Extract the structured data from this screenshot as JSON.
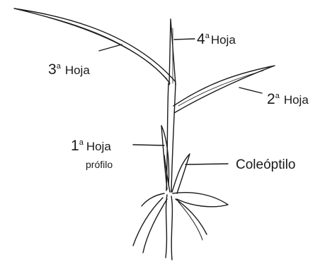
{
  "labels": {
    "leaf3": {
      "num": "3",
      "sup": "a",
      "word": "Hoja"
    },
    "leaf4": {
      "num": "4",
      "sup": "a",
      "word": "Hoja"
    },
    "leaf2": {
      "num": "2",
      "sup": "a",
      "word": "Hoja"
    },
    "leaf1": {
      "num": "1",
      "sup": "a",
      "word": "Hoja"
    },
    "prophyll": "prófilo",
    "coleoptile": "Coleóptilo"
  },
  "colors": {
    "line": "#1a1a1a",
    "background": "#ffffff"
  }
}
